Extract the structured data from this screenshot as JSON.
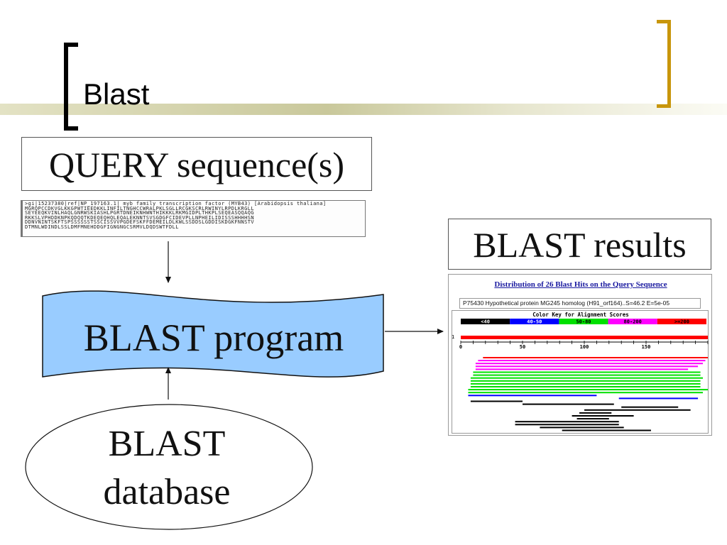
{
  "slide": {
    "title": "Blast"
  },
  "query": {
    "label": "QUERY sequence(s)"
  },
  "sequence": {
    "lines": [
      ">gi|15237380|ref|NP_197163.1| myb family transcription factor (MYB43) [Arabidopsis thaliana]",
      "MGRQPCCDKVGLKKGPWTIEEDKKLINFILTNGHCCWRALPKLSGLLRCGKSCRLRWINYLRPDLKRGLL",
      "SEYEEQKVINLHAQLGNRWSKIASHLPGRTDNEIKNHWNTHIKKKLRKMGIDPLTHKPLSEQEASQQAQG",
      "RKKSLVPHDDKNPKQDQQTKDEQEQHQLEQALEKNNTSVSGDGFCIDEVPLLNPHEILIDISSSHHHHSN",
      "DDNVNINTSKFTSPSSSSSSTSSCISSVVPGDEFSKFFDEMEILDLKWLSSDDSLGDDISKDGKFNNSTV",
      "DTMNLWDINDLSSLDMFMNEHDDGFIGNGNGCSRMVLDQDSWTFDLL"
    ]
  },
  "program": {
    "label": "BLAST program"
  },
  "database": {
    "line1": "BLAST",
    "line2": "database"
  },
  "results": {
    "label": "BLAST results"
  },
  "chart_data": {
    "type": "bar",
    "title": "Distribution of 26 Blast Hits on the Query Sequence",
    "hit_description": "P75430 Hypothetical protein MG245 homolog (H91_orf164)..S=46.2 E=5e-05",
    "color_key": {
      "title": "Color Key for Alignment Scores",
      "bins": [
        {
          "label": "<40",
          "color": "#000000"
        },
        {
          "label": "40-50",
          "color": "#0000ff"
        },
        {
          "label": "50-80",
          "color": "#00e000"
        },
        {
          "label": "80-200",
          "color": "#ff00ff"
        },
        {
          "label": ">=200",
          "color": "#ff0000"
        }
      ]
    },
    "query_bar_label": "1",
    "axis": {
      "ticks": [
        0,
        50,
        100,
        150
      ],
      "min": 0,
      "max": 200
    },
    "hits": [
      {
        "start": 18,
        "end": 200,
        "bin": 4
      },
      {
        "start": 14,
        "end": 198,
        "bin": 3
      },
      {
        "start": 12,
        "end": 196,
        "bin": 3
      },
      {
        "start": 12,
        "end": 192,
        "bin": 3
      },
      {
        "start": 12,
        "end": 184,
        "bin": 3
      },
      {
        "start": 10,
        "end": 194,
        "bin": 2
      },
      {
        "start": 10,
        "end": 194,
        "bin": 2
      },
      {
        "start": 8,
        "end": 196,
        "bin": 2
      },
      {
        "start": 8,
        "end": 194,
        "bin": 2
      },
      {
        "start": 8,
        "end": 194,
        "bin": 2
      },
      {
        "start": 8,
        "end": 194,
        "bin": 2
      },
      {
        "start": 6,
        "end": 200,
        "bin": 2
      },
      {
        "start": 6,
        "end": 196,
        "bin": 2
      },
      {
        "start": 6,
        "end": 110,
        "bin": 1
      },
      {
        "start": 128,
        "end": 192,
        "bin": 1
      },
      {
        "start": 8,
        "end": 50,
        "bin": 0
      },
      {
        "start": 50,
        "end": 124,
        "bin": 0
      },
      {
        "start": 130,
        "end": 176,
        "bin": 0
      },
      {
        "start": 100,
        "end": 186,
        "bin": 0
      },
      {
        "start": 96,
        "end": 122,
        "bin": 0
      },
      {
        "start": 90,
        "end": 140,
        "bin": 0
      },
      {
        "start": 94,
        "end": 120,
        "bin": 0
      },
      {
        "start": 44,
        "end": 128,
        "bin": 0
      },
      {
        "start": 44,
        "end": 128,
        "bin": 0
      },
      {
        "start": 64,
        "end": 132,
        "bin": 0
      },
      {
        "start": 82,
        "end": 154,
        "bin": 0
      }
    ]
  }
}
